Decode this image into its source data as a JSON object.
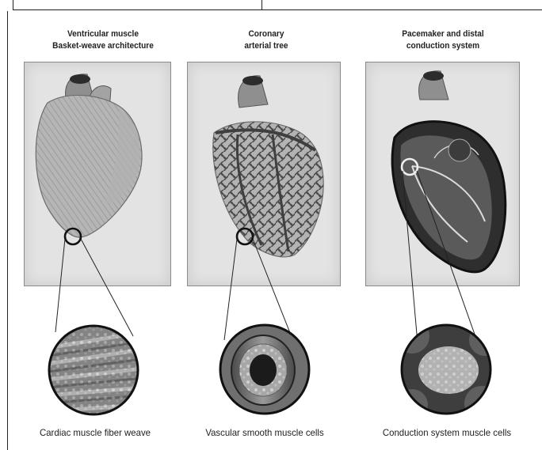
{
  "panels": [
    {
      "title_line1": "Ventricular muscle",
      "title_line2": "Basket-weave architecture",
      "caption": "Cardiac muscle fiber weave",
      "icon": "heart-muscle-fiber-icon"
    },
    {
      "title_line1": "Coronary",
      "title_line2": "arterial tree",
      "caption": "Vascular smooth muscle cells",
      "icon": "coronary-artery-icon"
    },
    {
      "title_line1": "Pacemaker and distal",
      "title_line2": "conduction system",
      "caption": "Conduction system muscle cells",
      "icon": "conduction-system-icon"
    }
  ]
}
